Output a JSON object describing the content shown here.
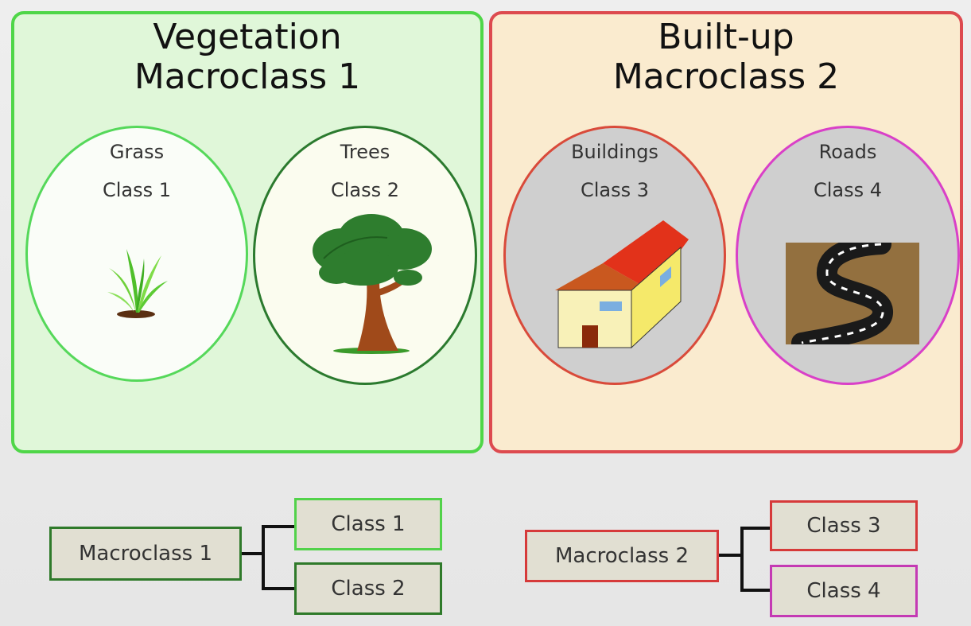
{
  "panels": {
    "vegetation": {
      "title_line1": "Vegetation",
      "title_line2": "Macroclass 1",
      "circles": [
        {
          "name": "Grass",
          "class": "Class 1"
        },
        {
          "name": "Trees",
          "class": "Class 2"
        }
      ]
    },
    "builtup": {
      "title_line1": "Built-up",
      "title_line2": "Macroclass 2",
      "circles": [
        {
          "name": "Buildings",
          "class": "Class 3"
        },
        {
          "name": "Roads",
          "class": "Class 4"
        }
      ]
    }
  },
  "trees": {
    "left": {
      "root": "Macroclass 1",
      "children": [
        "Class 1",
        "Class 2"
      ]
    },
    "right": {
      "root": "Macroclass 2",
      "children": [
        "Class 3",
        "Class 4"
      ]
    }
  },
  "colors": {
    "vegetation_border": "#4fd648",
    "vegetation_fill": "#e0f7d9",
    "builtup_border": "#dd4a4f",
    "builtup_fill": "#faebcf",
    "grass": "#55d85a",
    "trees": "#2b7a2e",
    "buildings": "#d94a3a",
    "roads": "#d940c8"
  }
}
